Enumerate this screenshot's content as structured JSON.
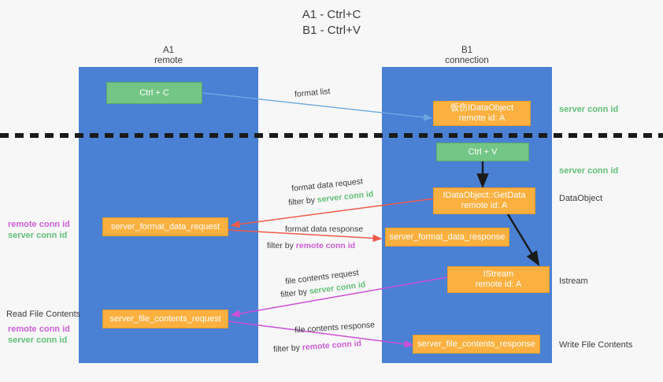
{
  "title": {
    "line1": "A1 - Ctrl+C",
    "line2": "B1 - Ctrl+V"
  },
  "lanes": {
    "left": {
      "name": "A1",
      "sub": "remote"
    },
    "right": {
      "name": "B1",
      "sub": "connection"
    }
  },
  "boxes": {
    "ctrl_c": {
      "label": "Ctrl + C"
    },
    "ctrl_v": {
      "label": "Ctrl + V"
    },
    "idataobject": {
      "label": "仮伤IDataObject",
      "sub": "remote id: A"
    },
    "getdata": {
      "label": "IDataObject::GetData",
      "sub": "remote id: A"
    },
    "istream": {
      "label": "IStream",
      "sub": "remote id: A"
    },
    "fmt_req": {
      "label": "server_format_data_request"
    },
    "fmt_resp": {
      "label": "server_format_data_response"
    },
    "file_req": {
      "label": "server_file_contents_request"
    },
    "file_resp": {
      "label": "server_file_contents_response"
    }
  },
  "edge_labels": {
    "format_list": "format list",
    "fmt_req_line1": "format data request",
    "fmt_req_filter_prefix": "filter by ",
    "fmt_req_filter_value": "server conn id",
    "fmt_resp_line1": "format data response",
    "fmt_resp_filter_prefix": "filter by ",
    "fmt_resp_filter_value": "remote conn id",
    "file_req_line1": "file contents request",
    "file_req_filter_prefix": "filter by ",
    "file_req_filter_value": "server conn id",
    "file_resp_line1": "file contents response",
    "file_resp_filter_prefix": "filter by ",
    "file_resp_filter_value": "remote conn id"
  },
  "annotations": {
    "right_server_conn_top": "server conn id",
    "right_server_conn_mid": "server conn id",
    "right_dataobject": "DataObject",
    "right_istream": "Istream",
    "right_write_file": "Write File Contents",
    "left_remote_conn_1": "remote conn id",
    "left_server_conn_1": "server conn id",
    "left_read_file": "Read File Contents",
    "left_remote_conn_2": "remote conn id",
    "left_server_conn_2": "server conn id"
  },
  "colors": {
    "lane": "#4a81d4",
    "green_box": "#74c686",
    "orange_box": "#fbb03f",
    "green_text": "#62c07a",
    "magenta_text": "#cc5fd6",
    "blue_arrow": "#6aa9e0",
    "red_arrow": "#ef5a4c",
    "magenta_arrow": "#cc4fd6",
    "black_arrow": "#1a1a1a",
    "background": "#f7f7f7"
  }
}
